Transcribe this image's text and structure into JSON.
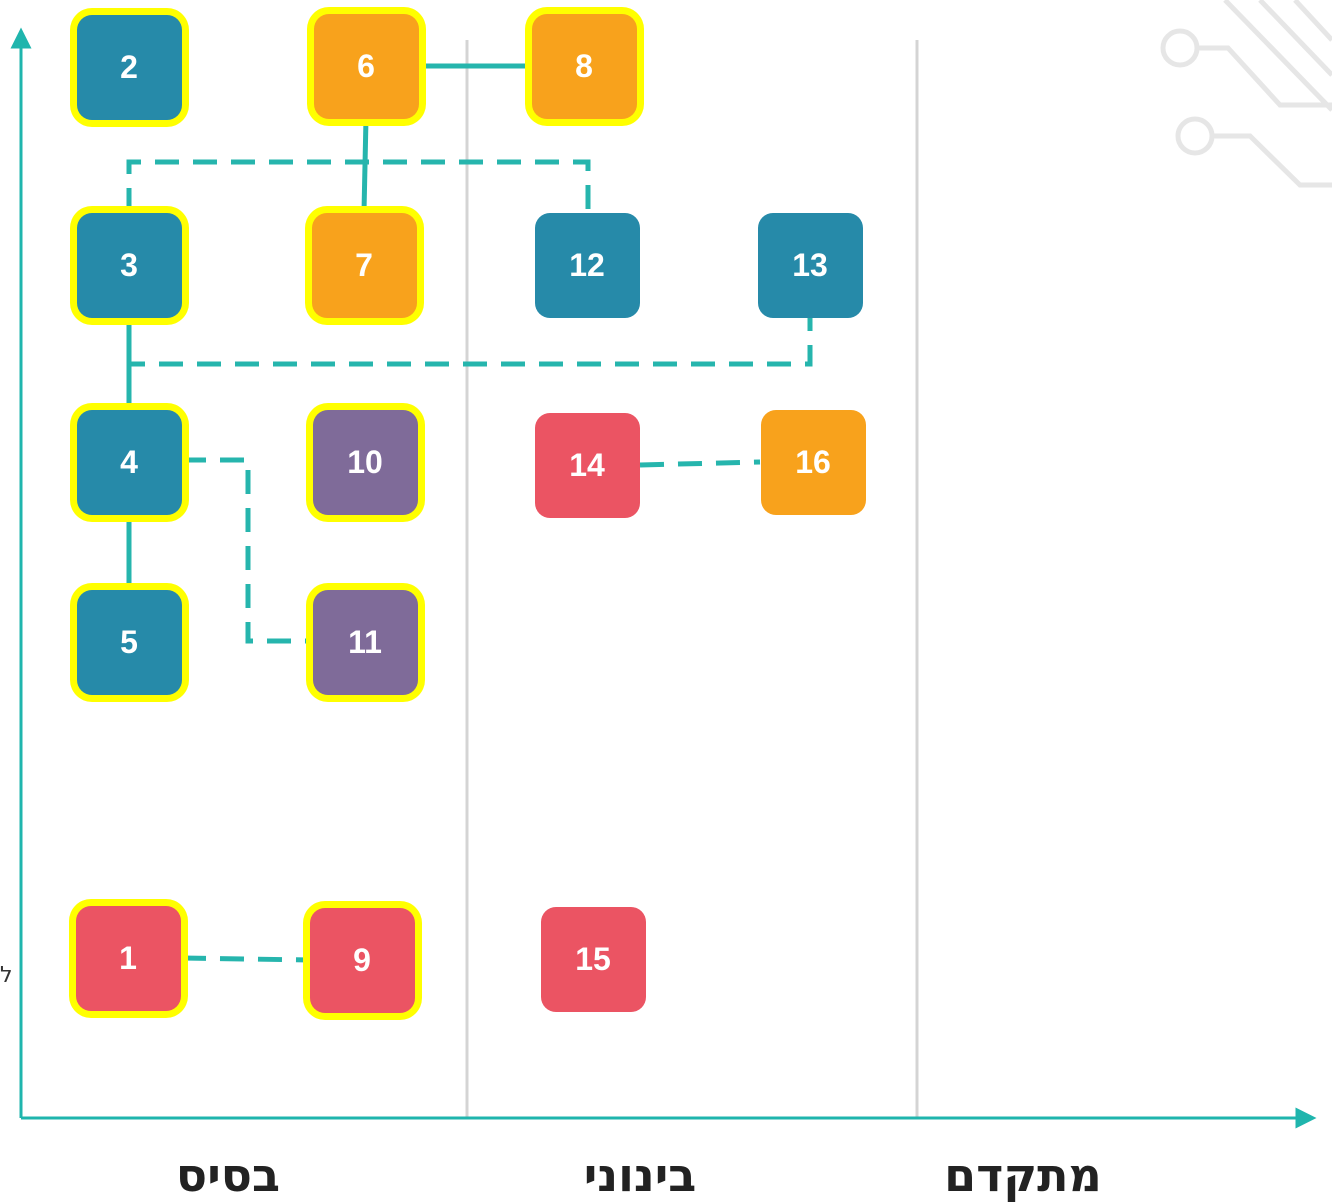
{
  "colors": {
    "blue": "#268aa9",
    "orange": "#f8a21c",
    "purple": "#7f6b99",
    "red": "#eb5463",
    "highlight": "#ffff00",
    "connector": "#26b5ad",
    "axis": "#1fb5ad",
    "divider": "#d4d4d4"
  },
  "levels": [
    "בסיס",
    "בינוני",
    "מתקדם"
  ],
  "nodes": [
    {
      "label": "1",
      "color": "red",
      "highlighted": true
    },
    {
      "label": "2",
      "color": "blue",
      "highlighted": true
    },
    {
      "label": "3",
      "color": "blue",
      "highlighted": true
    },
    {
      "label": "4",
      "color": "blue",
      "highlighted": true
    },
    {
      "label": "5",
      "color": "blue",
      "highlighted": true
    },
    {
      "label": "6",
      "color": "orange",
      "highlighted": true
    },
    {
      "label": "7",
      "color": "orange",
      "highlighted": true
    },
    {
      "label": "8",
      "color": "orange",
      "highlighted": true
    },
    {
      "label": "9",
      "color": "red",
      "highlighted": true
    },
    {
      "label": "10",
      "color": "purple",
      "highlighted": true
    },
    {
      "label": "11",
      "color": "purple",
      "highlighted": true
    },
    {
      "label": "12",
      "color": "blue",
      "highlighted": false
    },
    {
      "label": "13",
      "color": "blue",
      "highlighted": false
    },
    {
      "label": "14",
      "color": "red",
      "highlighted": false
    },
    {
      "label": "15",
      "color": "red",
      "highlighted": false
    },
    {
      "label": "16",
      "color": "orange",
      "highlighted": false
    }
  ],
  "connections": [
    {
      "from": "6",
      "to": "8",
      "style": "solid"
    },
    {
      "from": "6",
      "to": "7",
      "style": "solid"
    },
    {
      "from": "3",
      "to": "4",
      "style": "solid"
    },
    {
      "from": "4",
      "to": "5",
      "style": "solid"
    },
    {
      "from": "3",
      "to": "12",
      "style": "dashed"
    },
    {
      "from": "3",
      "to": "13",
      "style": "dashed"
    },
    {
      "from": "4",
      "to": "11",
      "style": "dashed"
    },
    {
      "from": "1",
      "to": "9",
      "style": "dashed"
    },
    {
      "from": "14",
      "to": "16",
      "style": "dashed"
    }
  ],
  "edge_glyph": "ל"
}
